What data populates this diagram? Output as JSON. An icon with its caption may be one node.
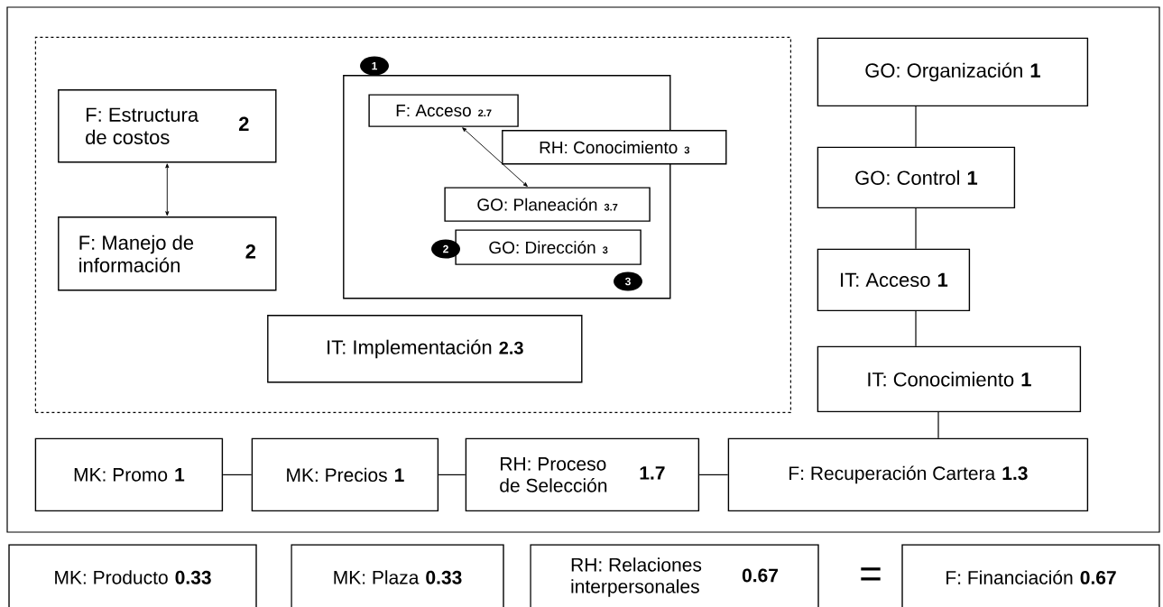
{
  "diagram": {
    "nodes": [
      {
        "text": [],
        "shape": "box"
      },
      {
        "text": [],
        "shape": "box",
        "in": 0
      },
      {
        "text": [
          "F: Estructura de costos",
          "2"
        ],
        "in": 1
      },
      {
        "text": [
          "F: Manejo de información",
          "2"
        ],
        "in": 1
      },
      {
        "text": [],
        "shape": "box",
        "in": 1
      },
      {
        "text": [
          "F: Acceso",
          "2.7"
        ],
        "in": 4
      },
      {
        "text": [
          "RH: Conocimiento",
          "3"
        ],
        "in": 1
      },
      {
        "text": [
          "GO: Planeación",
          "3.7"
        ],
        "in": 4
      },
      {
        "text": [
          "GO: Dirección",
          "3"
        ],
        "in": 4
      },
      {
        "text": [
          "IT: Implementación",
          "2.3"
        ],
        "in": 1
      },
      {
        "text": [
          "GO: Organización",
          "1"
        ],
        "in": 0
      },
      {
        "text": [
          "GO: Control",
          "1"
        ],
        "in": 0
      },
      {
        "text": [
          "IT: Acceso",
          "1"
        ],
        "in": 0
      },
      {
        "text": [
          "IT: Conocimiento",
          "1"
        ],
        "in": 0
      },
      {
        "text": [
          "MK: Promo",
          "1"
        ],
        "in": 0
      },
      {
        "text": [
          "MK: Precios",
          "1"
        ],
        "in": 0
      },
      {
        "text": [
          "RH: Proceso de Selección",
          "1.7"
        ],
        "in": 0
      },
      {
        "text": [
          "F: Recuperación Cartera",
          "1.3"
        ],
        "in": 0
      },
      {
        "text": [
          "MK: Producto",
          "0.33"
        ]
      },
      {
        "text": [
          "MK: Plaza",
          "0.33"
        ]
      },
      {
        "text": [
          "RH: Relaciones interpersonales",
          "0.67"
        ]
      },
      {
        "text": [
          "F: Financiación",
          "0.67"
        ]
      }
    ],
    "edges": [
      {
        "from": 2,
        "to": 3,
        "arrow": "both"
      },
      {
        "from": 5,
        "to": 7,
        "arrow": "both"
      },
      {
        "from": 10,
        "to": 11,
        "arrow": "none"
      },
      {
        "from": 11,
        "to": 12,
        "arrow": "none"
      },
      {
        "from": 12,
        "to": 13,
        "arrow": "none"
      },
      {
        "from": 13,
        "to": 17,
        "arrow": "none"
      },
      {
        "from": 14,
        "to": 15,
        "arrow": "none"
      },
      {
        "from": 15,
        "to": 16,
        "arrow": "none"
      },
      {
        "from": 16,
        "to": 17,
        "arrow": "none"
      }
    ],
    "labels": [
      "1",
      "2",
      "3",
      "="
    ]
  }
}
